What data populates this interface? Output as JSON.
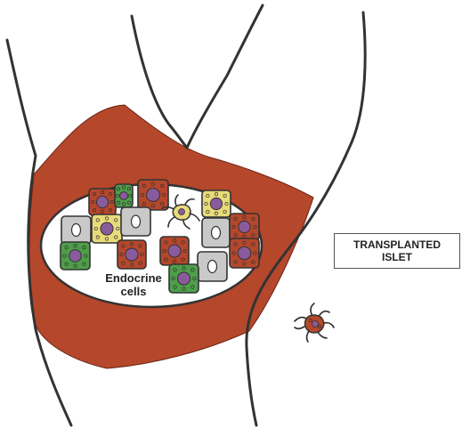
{
  "labels": {
    "endocrine_line1": "Endocrine",
    "endocrine_line2": "cells",
    "title_line1": "TRANSPLANTED",
    "title_line2": "ISLET"
  },
  "colors": {
    "graft_tissue": "#b5472b",
    "beta_cell": "#b5472b",
    "alpha_cell": "#4e9e4a",
    "delta_cell": "#e8db7a",
    "pp_cell": "#c9c9c9",
    "nucleus": "#8a5b9c",
    "outline": "#333333"
  }
}
